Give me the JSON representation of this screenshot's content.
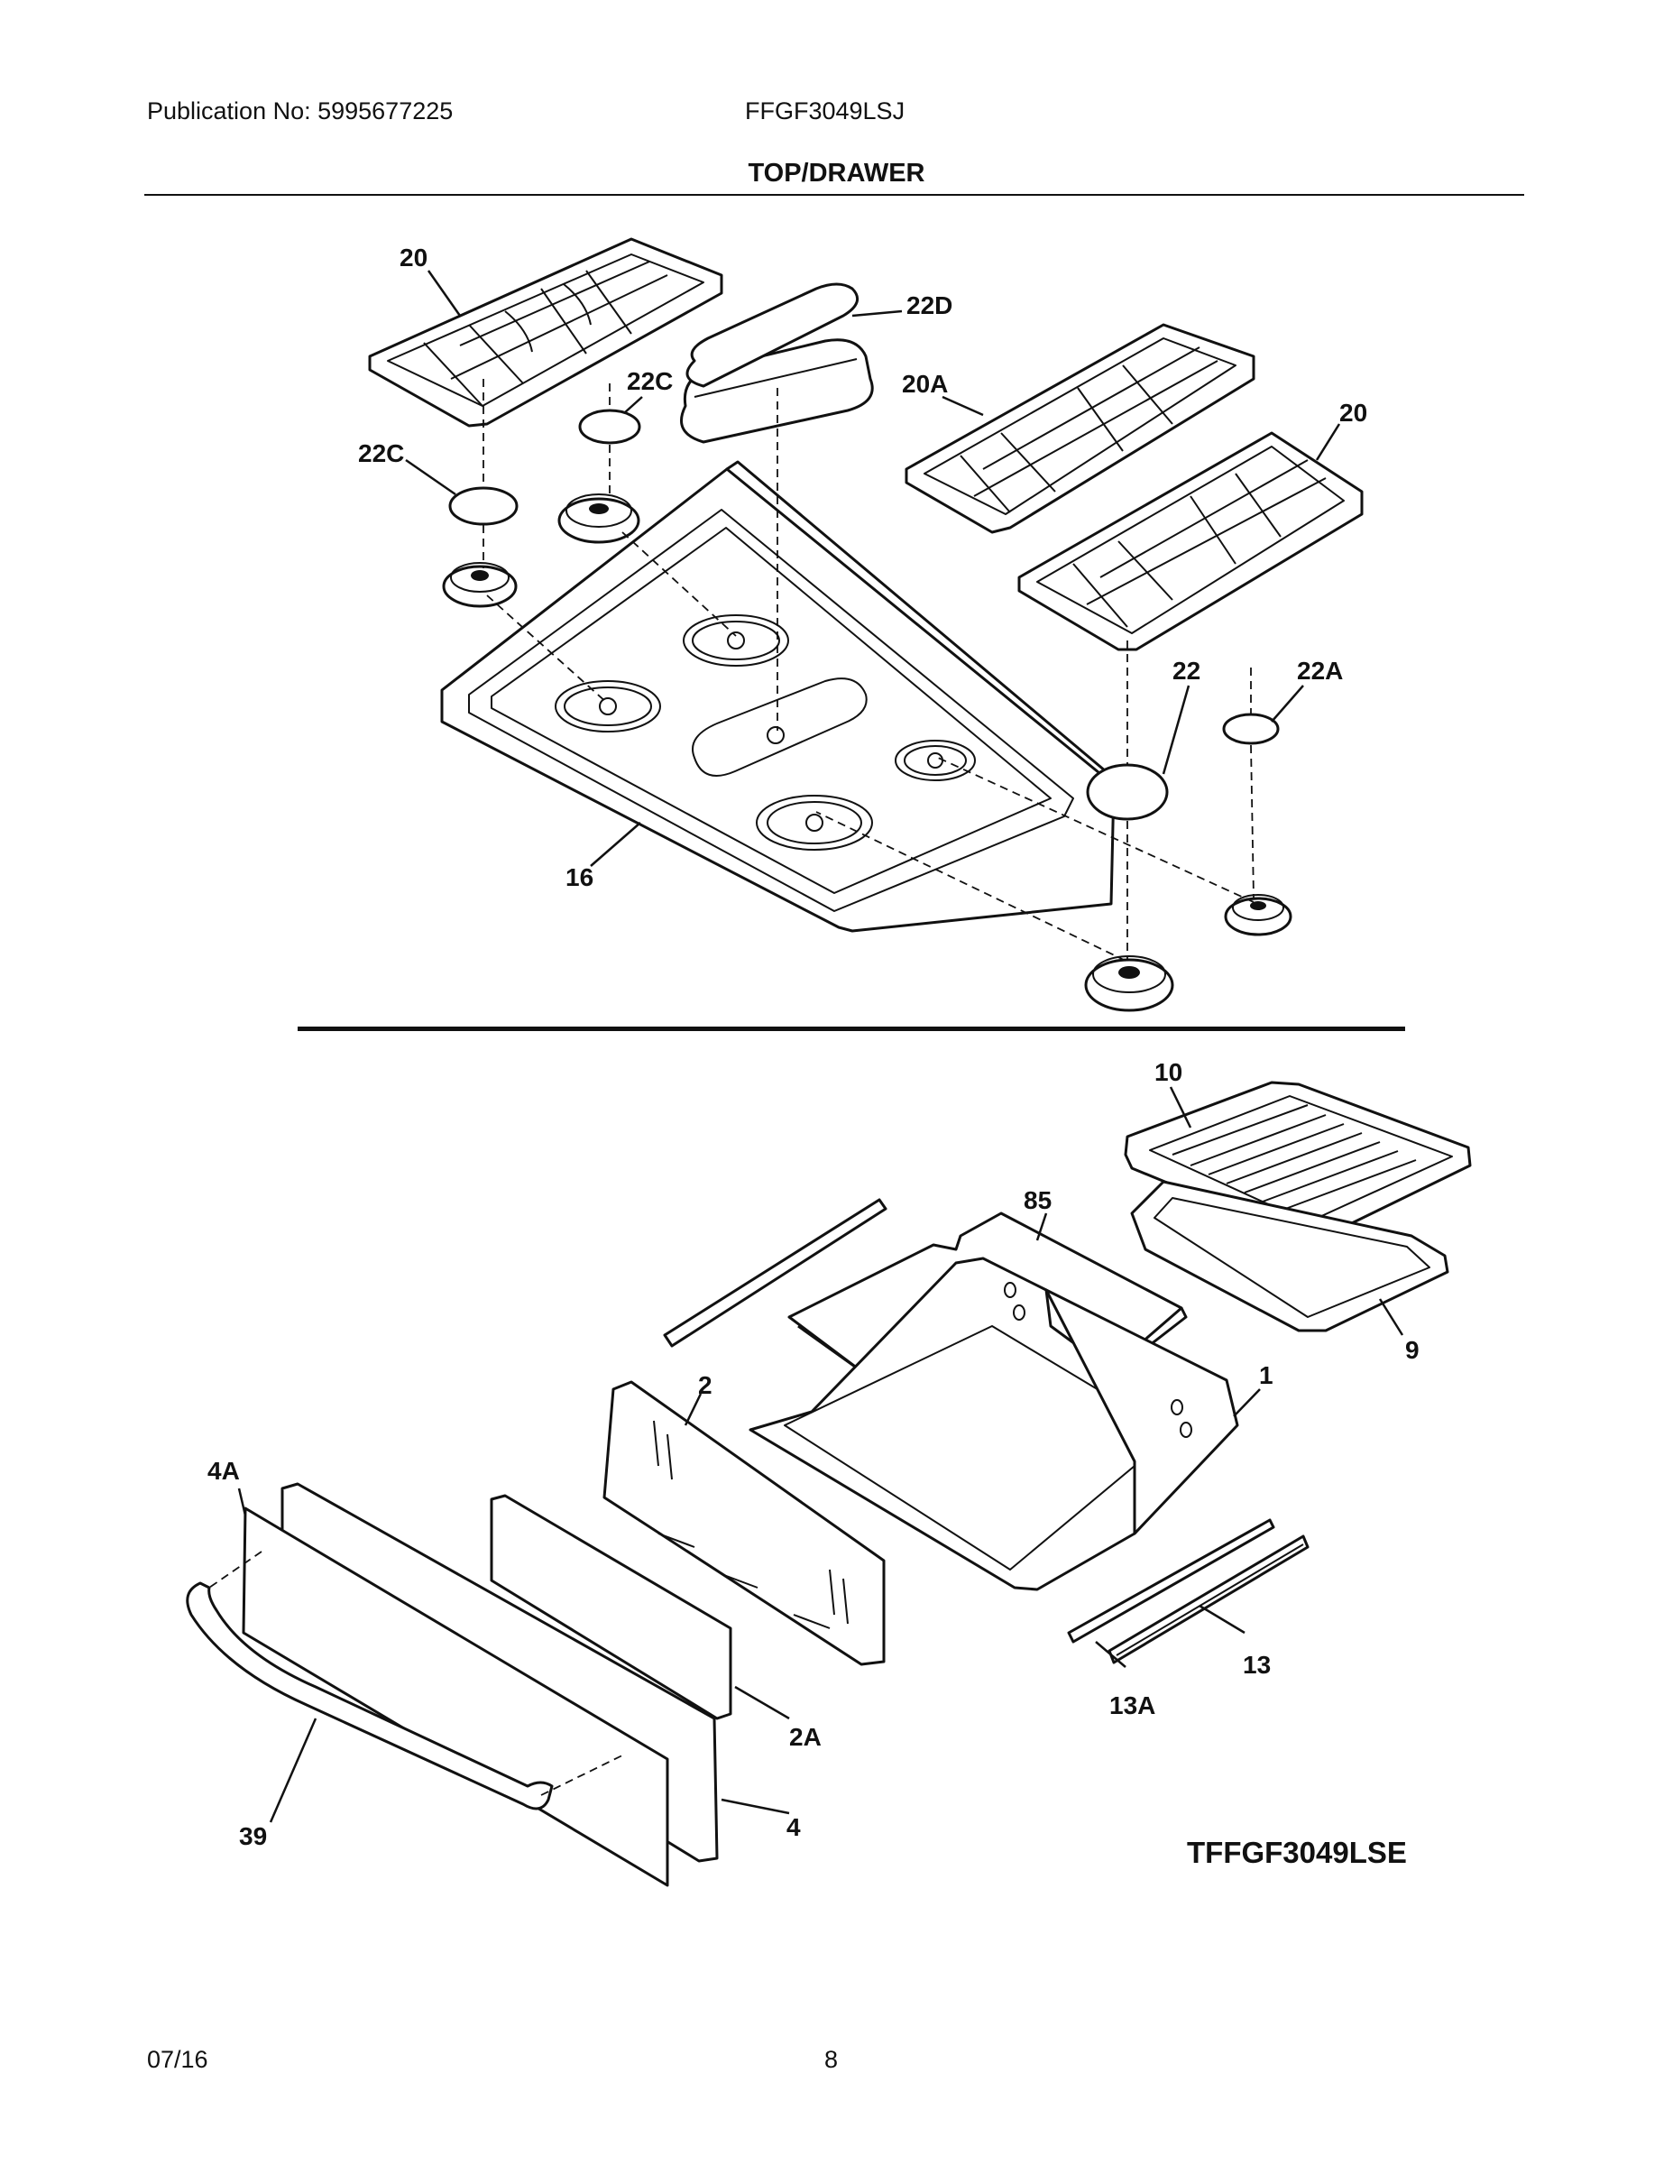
{
  "header": {
    "publication": "Publication No: 5995677225",
    "model": "FFGF3049LSJ",
    "section_title": "TOP/DRAWER"
  },
  "callouts": {
    "grate_left": "20",
    "grate_right": "20",
    "grate_center": "20A",
    "cap_left_back": "22C",
    "cap_left_front": "22C",
    "griddle_cover": "22D",
    "cap_large": "22",
    "cap_small": "22A",
    "cooktop": "16",
    "broiler_insert": "10",
    "broiler_pan": "9",
    "drawer_rack": "85",
    "drawer_body": "1",
    "drawer_back_panel": "2",
    "drawer_liner": "2A",
    "drawer_front_outer": "4A",
    "drawer_front": "4",
    "handle": "39",
    "slide": "13",
    "slide_bracket": "13A"
  },
  "diagram_ref": "TFFGF3049LSE",
  "footer": {
    "date": "07/16",
    "page": "8"
  }
}
